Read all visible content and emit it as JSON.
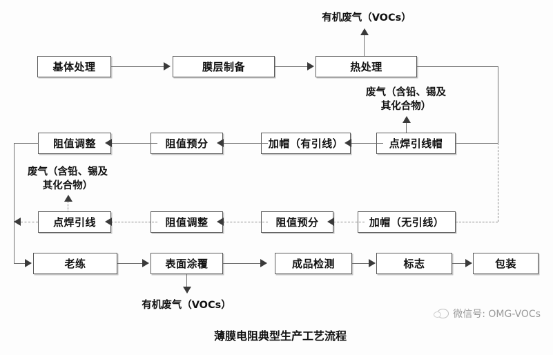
{
  "diagram": {
    "caption": "薄膜电阻典型生产工艺流程",
    "nodes": {
      "substrate_treatment": "基体处理",
      "film_preparation": "膜层制备",
      "heat_treatment": "热处理",
      "resistance_adjust_1": "阻值调整",
      "resistance_predivide_1": "阻值预分",
      "cap_with_lead": "加帽（有引线）",
      "spot_weld_lead_cap": "点焊引线帽",
      "spot_weld_lead": "点焊引线",
      "resistance_adjust_2": "阻值调整",
      "resistance_predivide_2": "阻值预分",
      "cap_without_lead": "加帽（无引线）",
      "aging": "老练",
      "surface_coating": "表面涂覆",
      "finished_inspection": "成品检测",
      "marking": "标志",
      "packaging": "包装"
    },
    "emission_labels": {
      "voc_top": "有机废气（VOCs）",
      "waste_gas_right_line1": "废气（含铅、锡及",
      "waste_gas_right_line2": "其化合物）",
      "waste_gas_left_line1": "废气（含铅、锡及",
      "waste_gas_left_line2": "其化合物）",
      "voc_bottom": "有机废气（VOCs）"
    }
  },
  "watermark": {
    "text": "微信号: OMG-VOCs",
    "icon": "wechat-bubble-icon"
  },
  "colors": {
    "box_border": "#595959",
    "line": "#6e6e6e",
    "dashed_line": "#8a8a8a",
    "arrow": "#3a3a3a",
    "text": "#111111",
    "watermark": "#9a9a9a",
    "background": "#fdfdfd"
  }
}
